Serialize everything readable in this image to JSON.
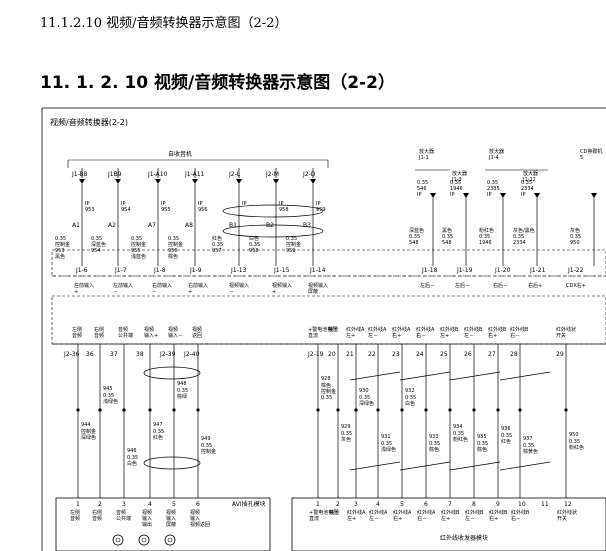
{
  "doc": {
    "heading_small": "11.1.2.10 视频/音频转换器示意图（2-2）",
    "heading_large": "11. 1. 2. 10  视频/音频转换器示意图（2-2）",
    "frame_title": "视频/音频转换器(2-2)"
  },
  "top": {
    "radio_label": "自收音机",
    "pins": [
      {
        "id": "J1-B8",
        "code": "IP 953",
        "pin": "A1",
        "wire": "0.35 控制金 953 黑色"
      },
      {
        "id": "J1B9",
        "code": "IP 954",
        "pin": "A2",
        "wire": "0.35 深蓝色 954"
      },
      {
        "id": "J1-A10",
        "code": "IP 955",
        "pin": "A7",
        "wire": "0.35 控制金 955 浅蓝色"
      },
      {
        "id": "J1-A11",
        "code": "IP 956",
        "pin": "A8",
        "wire": "0.35 控制金 956 棕色"
      },
      {
        "id": "J2-L",
        "code": "IP",
        "pin": "B1",
        "wire": "红色 0.35 957"
      },
      {
        "id": "J2-M",
        "code": "IP 958",
        "pin": "B2",
        "wire": "白色 0.35 958"
      },
      {
        "id": "J2-D",
        "code": "IP 959",
        "pin": "B3",
        "wire": "0.35 控制金 959"
      }
    ],
    "amps": [
      {
        "name": "放大器 J1-1",
        "wire": "0.35 546 IP",
        "color": "深蓝色 0.35 548"
      },
      {
        "name": "放大器 J1-3",
        "wire": "0.35 1946 IP",
        "color": "黑色 0.35 548"
      },
      {
        "name": "放大器 J1-4",
        "wire": "0.35 2335 IP",
        "color": "粉红色 0.35 1946"
      },
      {
        "name": "放大器 J1-12",
        "wire": "0.35 2334 IP",
        "color": "灰色/黑色 0.35 2334"
      },
      {
        "name": "CD换碟机 5",
        "wire": "",
        "color": "灰色 0.35 950"
      }
    ],
    "conn_labels": [
      "J1-6",
      "J1-7",
      "J1-8",
      "J1-9",
      "J1-13",
      "J1-15",
      "J1-14",
      "J1-18",
      "J1-19",
      "J1-20",
      "J1-21",
      "J1-22"
    ],
    "signals": [
      "左前输入 +",
      "左前输入 －",
      "右前输入 －",
      "右前输入 +",
      "视频输入 －",
      "视频输入 +",
      "视频输入 屏蔽",
      "左后－",
      "左后－",
      "右后－",
      "右后+",
      "CDX右+"
    ]
  },
  "mid": {
    "left_signals": [
      "左侧 音频",
      "右侧 音频",
      "音频 公共端",
      "视频 输入+",
      "视频 输入－",
      "视频 返回"
    ],
    "left_pins": [
      "J2-36",
      "36",
      "37",
      "38",
      "J2-39",
      "J2-40"
    ],
    "right_signals": [
      "+警电池电压 直流",
      "接地",
      "红外线A 左+",
      "红外线A 左－",
      "红外线A 右+",
      "红外线A 右－",
      "红外线B 左+",
      "红外线B 左－",
      "红外线B 右+",
      "红外线B 右－",
      "红外线状 开关"
    ],
    "right_pins": [
      "J2-19",
      "20",
      "21",
      "22",
      "23",
      "24",
      "25",
      "26",
      "27",
      "28",
      "29"
    ]
  },
  "bottom": {
    "avi_label": "AVI插孔模块",
    "avi_pins": [
      "1",
      "2",
      "3",
      "4",
      "5",
      "6"
    ],
    "avi_names": [
      "左侧 音频",
      "右侧 音频",
      "音频 公共端",
      "视频 输入 输出",
      "视频 输入 屏蔽",
      "视频 输入 视频返回"
    ],
    "ir_label": "红外线收发器模块",
    "ir_pins": [
      "1",
      "2",
      "3",
      "4",
      "5",
      "6",
      "7",
      "8",
      "9",
      "10",
      "11",
      "12"
    ],
    "ir_names": [
      "+警电池电压 直流",
      "接地",
      "红外线A 左+",
      "红外线A 左－",
      "红外线A 右+",
      "红外线A 右－",
      "红外线B 左+",
      "红外线B 左－",
      "红外线B 右+",
      "红外线B 右－",
      "",
      "红外线状 开关"
    ]
  },
  "wires_left": [
    {
      "code": "944",
      "color": "控制金 深绿色"
    },
    {
      "code": "945",
      "color": "0.35 浅绿色"
    },
    {
      "code": "946",
      "color": "0.35 白色"
    },
    {
      "code": "947",
      "color": "0.35 红色"
    },
    {
      "code": "948",
      "color": "0.35 棕绿"
    },
    {
      "code": "949",
      "color": "0.35 控制金"
    }
  ],
  "wires_right": [
    {
      "code": "928",
      "color": "棕色 控制金 0.35"
    },
    {
      "code": "929",
      "color": "0.35 灰色"
    },
    {
      "code": "930",
      "color": "0.35 深绿色"
    },
    {
      "code": "931",
      "color": "0.35 浅绿色"
    },
    {
      "code": "932",
      "color": "0.35 白色"
    },
    {
      "code": "933",
      "color": "0.35 棕色"
    },
    {
      "code": "934",
      "color": "0.35 粉红色"
    },
    {
      "code": "935",
      "color": "0.35 棕色"
    },
    {
      "code": "936",
      "color": "0.35 红色"
    },
    {
      "code": "937",
      "color": "0.35 棕黄色"
    },
    {
      "code": "950",
      "color": "0.35 粉红色"
    }
  ]
}
